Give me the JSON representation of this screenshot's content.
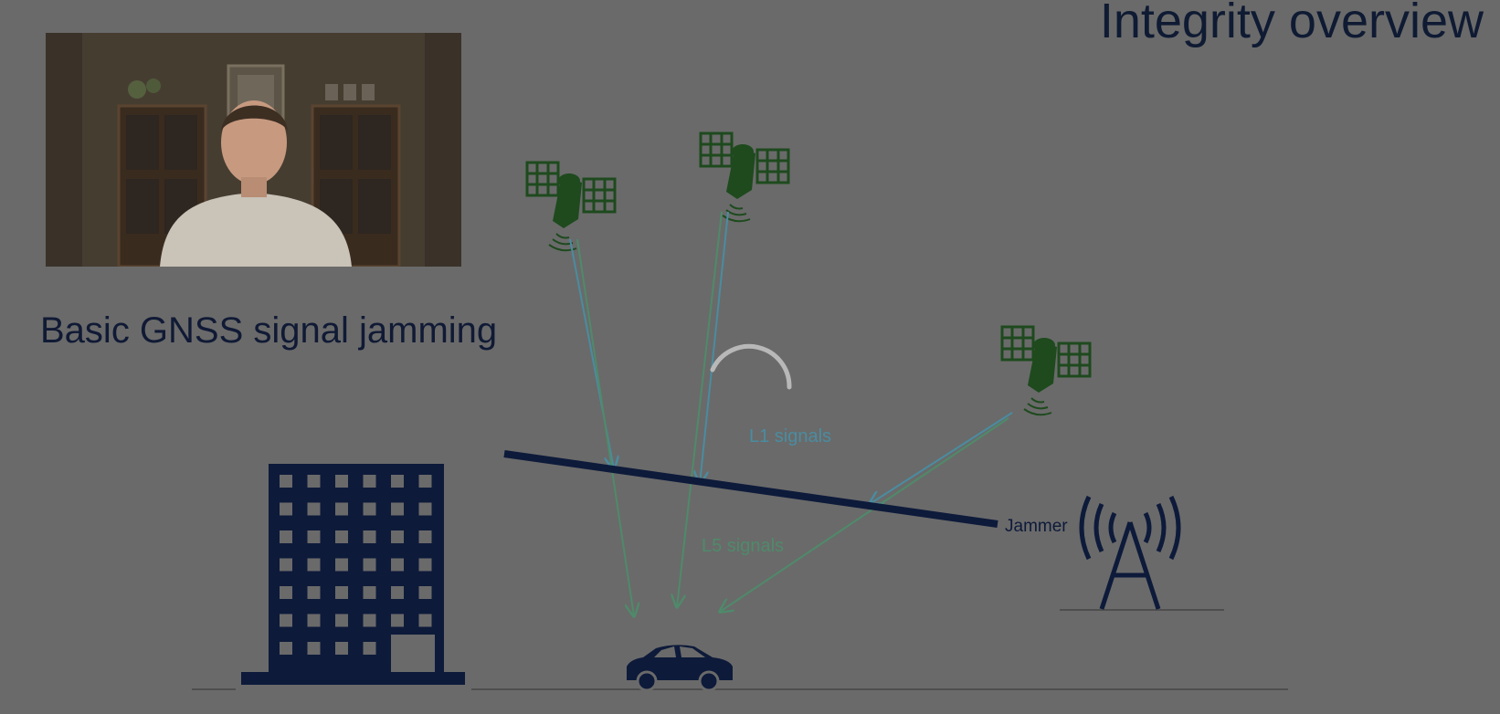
{
  "slide": {
    "title": "Integrity overview",
    "subtitle": "Basic GNSS signal jamming"
  },
  "diagram": {
    "labels": {
      "l1": "L1 signals",
      "l5": "L5 signals",
      "jammer": "Jammer"
    },
    "colors": {
      "background": "#6a6a6a",
      "dark_navy": "#0d1a3a",
      "satellite_green": "#1e4a1e",
      "l1_signal": "#4a8ca0",
      "l5_signal": "#4f8a6a"
    }
  },
  "presenter_video": {
    "icon": "presenter-webcam"
  },
  "loading": {
    "icon": "loading-spinner-icon"
  }
}
